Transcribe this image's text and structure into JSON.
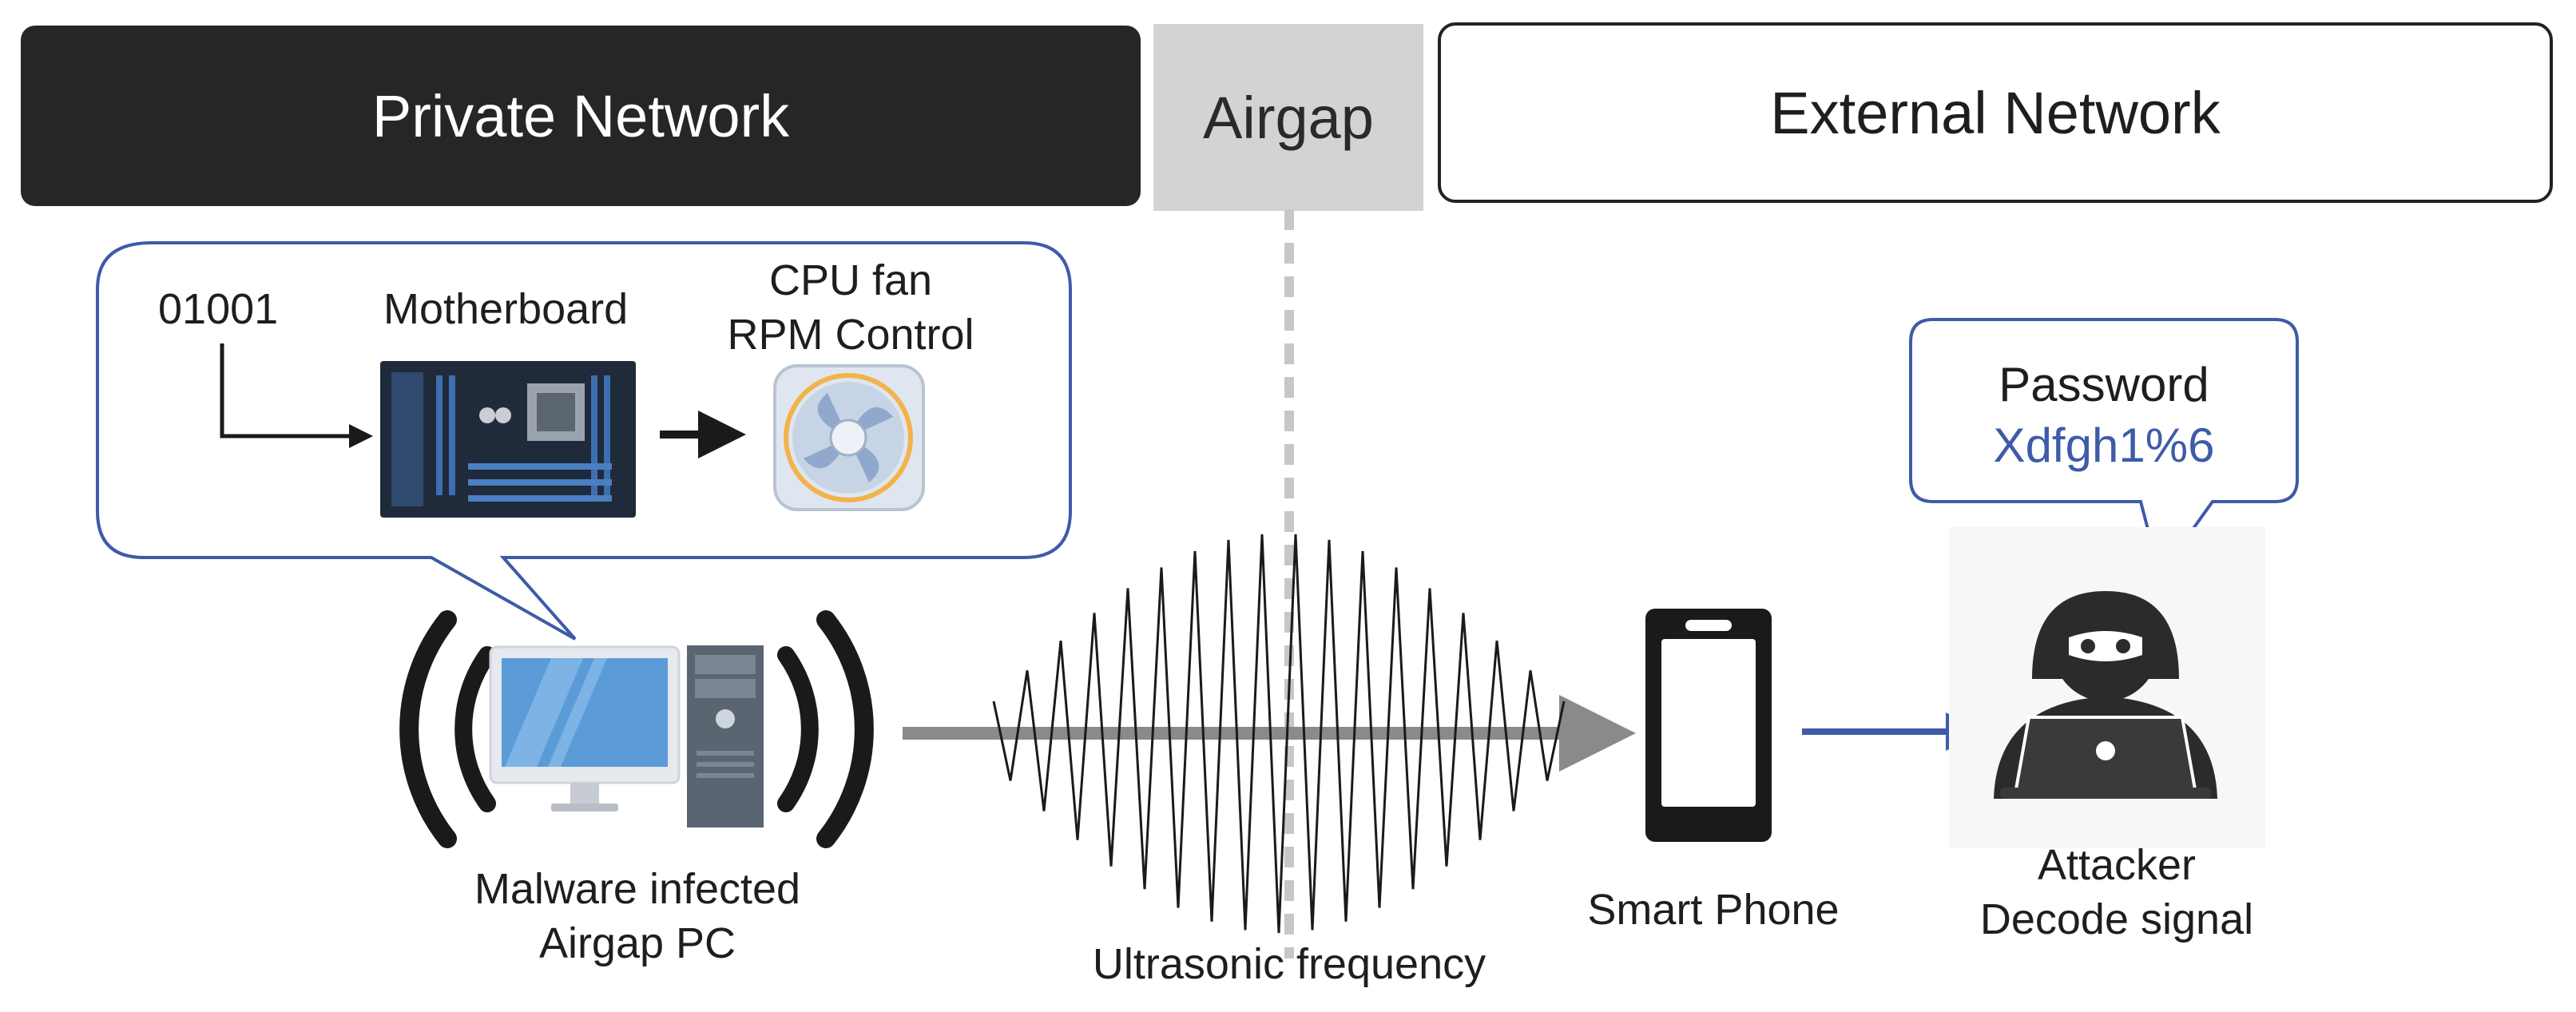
{
  "bands": {
    "private": "Private Network",
    "airgap": "Airgap",
    "external": "External Network"
  },
  "callout_pc": {
    "bits": "01001",
    "motherboard": "Motherboard",
    "fan_line1": "CPU fan",
    "fan_line2": "RPM Control"
  },
  "callout_attacker": {
    "title": "Password",
    "value": "Xdfgh1%6"
  },
  "labels": {
    "pc_line1": "Malware infected",
    "pc_line2": "Airgap PC",
    "frequency": "Ultrasonic frequency",
    "phone": "Smart Phone",
    "attacker_line1": "Attacker",
    "attacker_line2": "Decode signal"
  },
  "icons": {
    "pc": "desktop-computer-icon",
    "phone": "smartphone-icon",
    "attacker": "hacker-laptop-icon",
    "motherboard": "motherboard-icon",
    "fan": "cpu-fan-icon"
  },
  "colors": {
    "accent_blue": "#3e5ba8",
    "dark_band": "#262626",
    "airgap_gray": "#d4d2d2",
    "wave": "#1a1a1a",
    "arrow_gray": "#8a8a8a"
  }
}
